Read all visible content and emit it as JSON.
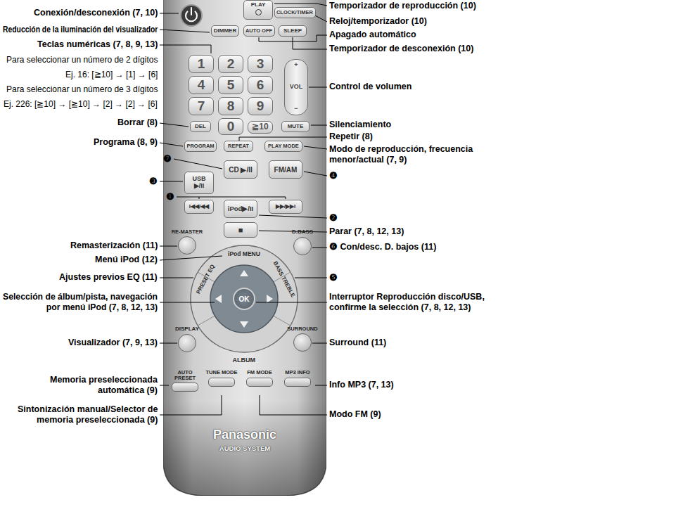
{
  "diagram": {
    "nodes": [
      {
        "text": [
          "Panasonic",
          "AUDIO SYSTEM"
        ]
      },
      {
        "text": [
          "PLAY"
        ],
        "in": 0
      },
      {
        "text": [
          "CLOCK/TIMER"
        ],
        "in": 0
      },
      {
        "text": [
          "DIMMER"
        ],
        "in": 0
      },
      {
        "text": [
          "AUTO OFF"
        ],
        "in": 0
      },
      {
        "text": [
          "SLEEP"
        ],
        "in": 0
      },
      {
        "text": [
          "1"
        ],
        "in": 0
      },
      {
        "text": [
          "2"
        ],
        "in": 0
      },
      {
        "text": [
          "3"
        ],
        "in": 0
      },
      {
        "text": [
          "4"
        ],
        "in": 0
      },
      {
        "text": [
          "5"
        ],
        "in": 0
      },
      {
        "text": [
          "6"
        ],
        "in": 0
      },
      {
        "text": [
          "7"
        ],
        "in": 0
      },
      {
        "text": [
          "8"
        ],
        "in": 0
      },
      {
        "text": [
          "9"
        ],
        "in": 0
      },
      {
        "text": [
          "+",
          "VOL",
          "−"
        ],
        "in": 0
      },
      {
        "text": [
          "DEL"
        ],
        "in": 0
      },
      {
        "text": [
          "0"
        ],
        "in": 0
      },
      {
        "text": [
          "≧10"
        ],
        "in": 0
      },
      {
        "text": [
          "MUTE"
        ],
        "in": 0
      },
      {
        "text": [
          "PROGRAM"
        ],
        "in": 0
      },
      {
        "text": [
          "REPEAT"
        ],
        "in": 0
      },
      {
        "text": [
          "PLAY MODE"
        ],
        "in": 0
      },
      {
        "text": [
          "CD ▶/II"
        ],
        "in": 0
      },
      {
        "text": [
          "FM/AM"
        ],
        "in": 0
      },
      {
        "text": [
          "USB",
          "▶/II"
        ],
        "in": 0
      },
      {
        "text": [
          "I◀◀/◀◀"
        ],
        "in": 0
      },
      {
        "text": [
          "iPod▶/II"
        ],
        "in": 0
      },
      {
        "text": [
          "▶▶/▶▶I"
        ],
        "in": 0
      },
      {
        "text": [
          "■"
        ],
        "in": 0
      },
      {
        "text": [
          "RE-MASTER"
        ],
        "in": 0
      },
      {
        "text": [
          "D.BASS"
        ],
        "in": 0
      },
      {
        "text": [
          "iPod MENU"
        ],
        "in": 0
      },
      {
        "text": [
          "PRESET EQ"
        ],
        "in": 0
      },
      {
        "text": [
          "BASS TREBLE"
        ],
        "in": 0
      },
      {
        "text": [
          "OK"
        ],
        "in": 0
      },
      {
        "text": [
          "DISPLAY"
        ],
        "in": 0
      },
      {
        "text": [
          "SURROUND"
        ],
        "in": 0
      },
      {
        "text": [
          "AUTO PRESET"
        ],
        "in": 0
      },
      {
        "text": [
          "TUNE MODE"
        ],
        "in": 0
      },
      {
        "text": [
          "FM MODE"
        ],
        "in": 0
      },
      {
        "text": [
          "MP3 INFO"
        ],
        "in": 0
      }
    ],
    "labels": [
      "Conexión/desconexión (7, 10)",
      "Reducción de la iluminación del visualizador",
      "Teclas numéricas (7, 8, 9, 13)",
      "Para seleccionar un número de 2 dígitos",
      "Ej. 16: [≧10] → [1] → [6]",
      "Para seleccionar un número de 3 dígitos",
      "Ej. 226: [≧10] → [≧10] → [2] → [2] → [6]",
      "Borrar (8)",
      "Programa (8, 9)",
      "❼",
      "❸",
      "❶",
      "Remasterización (11)",
      "Menú iPod (12)",
      "Ajustes previos EQ (11)",
      "Selección de álbum/pista, navegación por menú iPod (7, 8, 12, 13)",
      "Visualizador (7, 9, 13)",
      "Memoria preseleccionada automática (9)",
      "Sintonización manual/Selector de memoria preseleccionada (9)",
      "Temporizador de reproducción (10)",
      "Reloj/temporizador (10)",
      "Apagado automático",
      "Temporizador de desconexión (10)",
      "Control de volumen",
      "Silenciamiento",
      "Repetir (8)",
      "Modo de reproducción, frecuencia menor/actual  (7, 9)",
      "❹",
      "❷",
      "Parar (7, 8, 12, 13)",
      "❻ Con/desc. D. bajos (11)",
      "❺",
      "Interruptor Reproducción disco/USB, confirme la selección (7, 8, 12, 13)",
      "Surround (11)",
      "Info MP3 (7, 13)",
      "Modo FM (9)",
      "ALBUM"
    ]
  }
}
